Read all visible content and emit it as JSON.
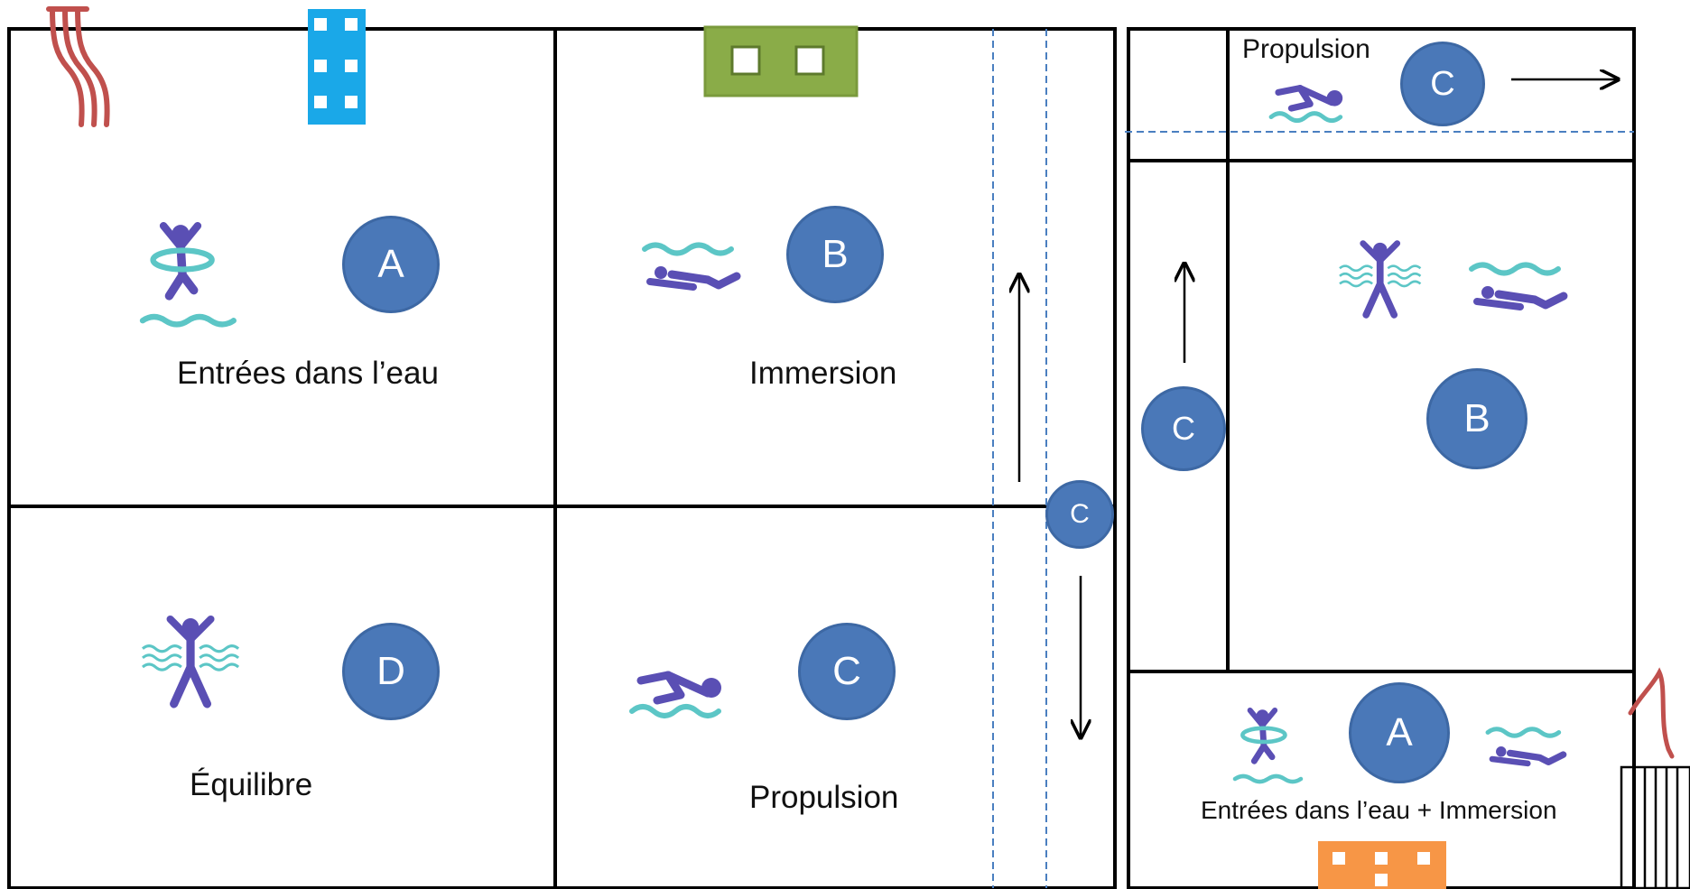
{
  "left_plan": {
    "stations": [
      {
        "letter": "A",
        "label": "Entrées dans l’eau"
      },
      {
        "letter": "B",
        "label": "Immersion"
      },
      {
        "letter": "D",
        "label": "Équilibre"
      },
      {
        "letter": "C",
        "label": "Propulsion"
      }
    ],
    "lane_marker": "C"
  },
  "right_plan": {
    "top_lane": {
      "letter": "C",
      "label": "Propulsion"
    },
    "side_lane": {
      "letter": "C"
    },
    "main_area": {
      "letter": "B"
    },
    "bottom_area": {
      "letter": "A",
      "label": "Entrées dans l’eau + Immersion"
    }
  },
  "colors": {
    "circle_fill": "#4a78b8",
    "figure": "#5a4fb4",
    "water": "#5cc6c6",
    "slide": "#c0504d",
    "lane_line": "#4a7fc0",
    "mat_green": "#8aac48",
    "block_blue": "#1aa8e8",
    "block_orange": "#f79646"
  }
}
